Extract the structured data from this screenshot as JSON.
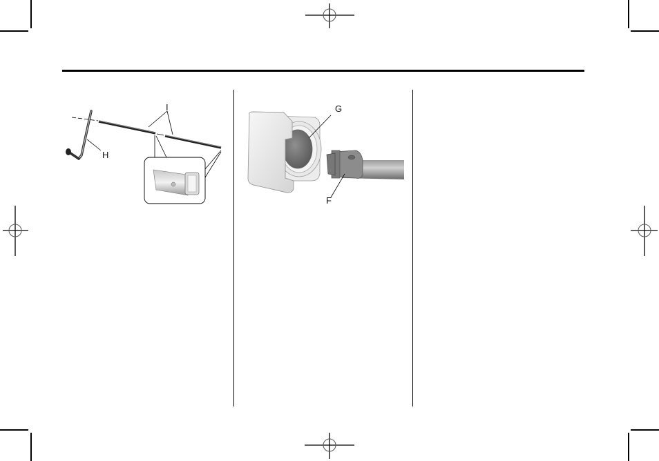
{
  "page": {
    "type": "printed manual page with crop and registration marks",
    "columns": 3
  },
  "figures": [
    {
      "id": "figure-jack-tools",
      "description": "Jack handle and extension tools",
      "callouts": [
        {
          "label": "H"
        },
        {
          "label": "I"
        }
      ]
    },
    {
      "id": "figure-spare-tire-hoist",
      "description": "Hoist shaft access hole and extension end",
      "callouts": [
        {
          "label": "G"
        },
        {
          "label": "F"
        }
      ]
    }
  ],
  "colors": {
    "ink": "#000000",
    "paper": "#ffffff",
    "illustration_gray": "#8a8a8a"
  }
}
